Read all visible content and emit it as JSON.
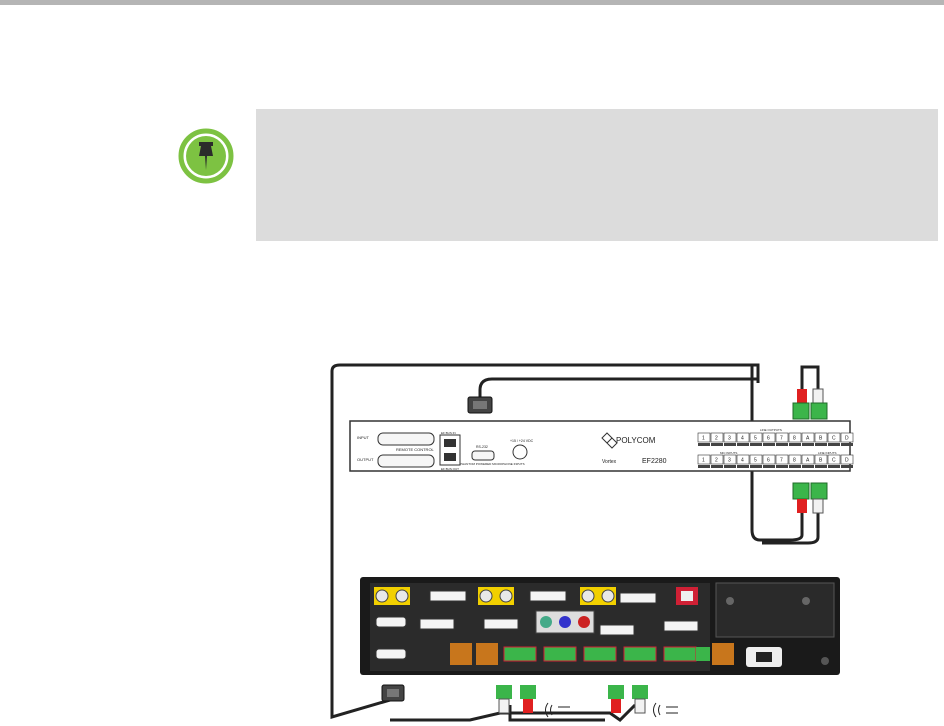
{
  "note": {
    "icon": "pushpin-icon",
    "box_color": "#dcdcdc",
    "icon_color": "#7dc242"
  },
  "ef2280": {
    "brand": "POLYCOM",
    "model_prefix": "Vortex",
    "model": "EF2280",
    "labels": {
      "input": "INPUT",
      "output": "OUTPUT",
      "remote_control": "REMOTE CONTROL",
      "ef_bus_in": "EF BUS IN",
      "ef_bus_out": "EF BUS OUT",
      "rs232": "RS-232",
      "power": "+15 / +24 VDC",
      "line_outputs": "LINE OUTPUTS",
      "mic_inputs": "MIC INPUTS",
      "line_inputs": "LINE INPUTS",
      "warning": "PHANTOM POWERED MICROPHONE INPUTS"
    },
    "output_channels": [
      "1",
      "2",
      "3",
      "4",
      "5",
      "6",
      "7",
      "8",
      "A",
      "B",
      "C",
      "D"
    ],
    "input_channels": [
      "1",
      "2",
      "3",
      "4",
      "5",
      "6",
      "7",
      "8",
      "A",
      "B",
      "C",
      "D"
    ]
  },
  "colors": {
    "cable": "#222222",
    "connector_green": "#3bb54a",
    "plug_red": "#e02020",
    "plug_white": "#f2f2f2",
    "video_yellow": "#f2d000",
    "codec_chassis": "#1a1a1a",
    "port_orange": "#c8761c",
    "port_red": "#d02035"
  }
}
